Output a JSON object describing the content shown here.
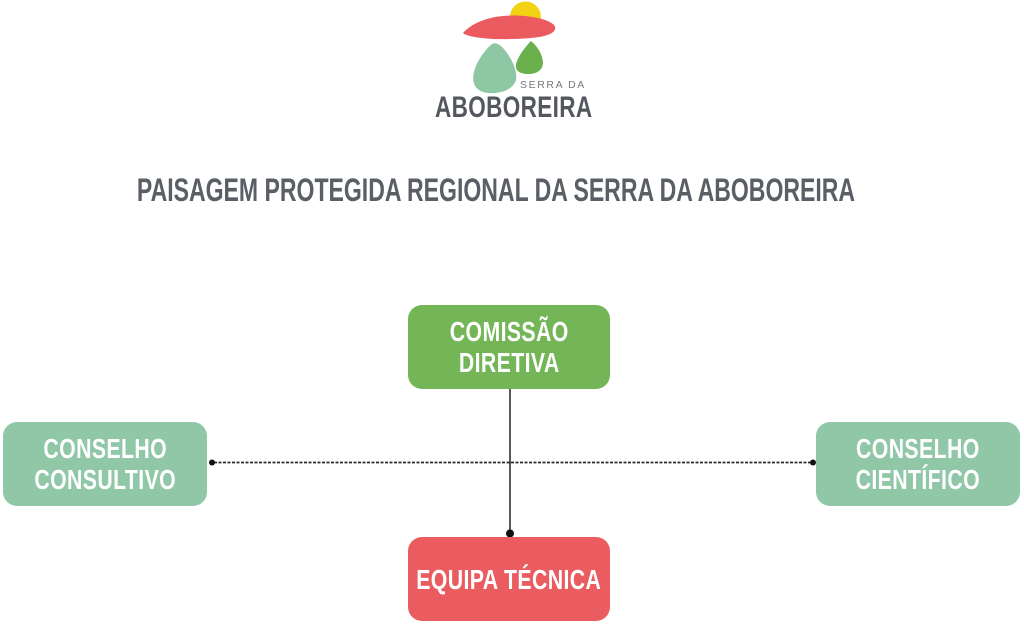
{
  "logo": {
    "subtitle": "SERRA DA",
    "name": "ABOBOREIRA",
    "colors": {
      "sun": "#f2d313",
      "hill": "#ea5a5f",
      "tree_large": "#8ec7a4",
      "tree_small": "#6ab04c",
      "subtitle_text": "#76787d",
      "name_text": "#54575e"
    }
  },
  "title": "PAISAGEM PROTEGIDA REGIONAL DA SERRA DA ABOBOREIRA",
  "title_color": "#5a5e65",
  "diagram": {
    "nodes": {
      "comissao_diretiva": {
        "line1": "COMISSÃO",
        "line2": "DIRETIVA",
        "color": "#73b557"
      },
      "conselho_consultivo": {
        "line1": "CONSELHO",
        "line2": "CONSULTIVO",
        "color": "#90c7a6"
      },
      "conselho_cientifico": {
        "line1": "CONSELHO",
        "line2": "CIENTÍFICO",
        "color": "#90c7a6"
      },
      "equipa_tecnica": {
        "line1": "EQUIPA TÉCNICA",
        "color": "#ea5c5f"
      }
    },
    "connections": [
      {
        "from": "comissao_diretiva",
        "to": "equipa_tecnica",
        "style": "solid",
        "endpoint": "dot"
      },
      {
        "from": "conselho_consultivo",
        "to": "conselho_cientifico",
        "style": "dashed",
        "endpoint": "dot"
      }
    ],
    "line_color": "#222222"
  }
}
